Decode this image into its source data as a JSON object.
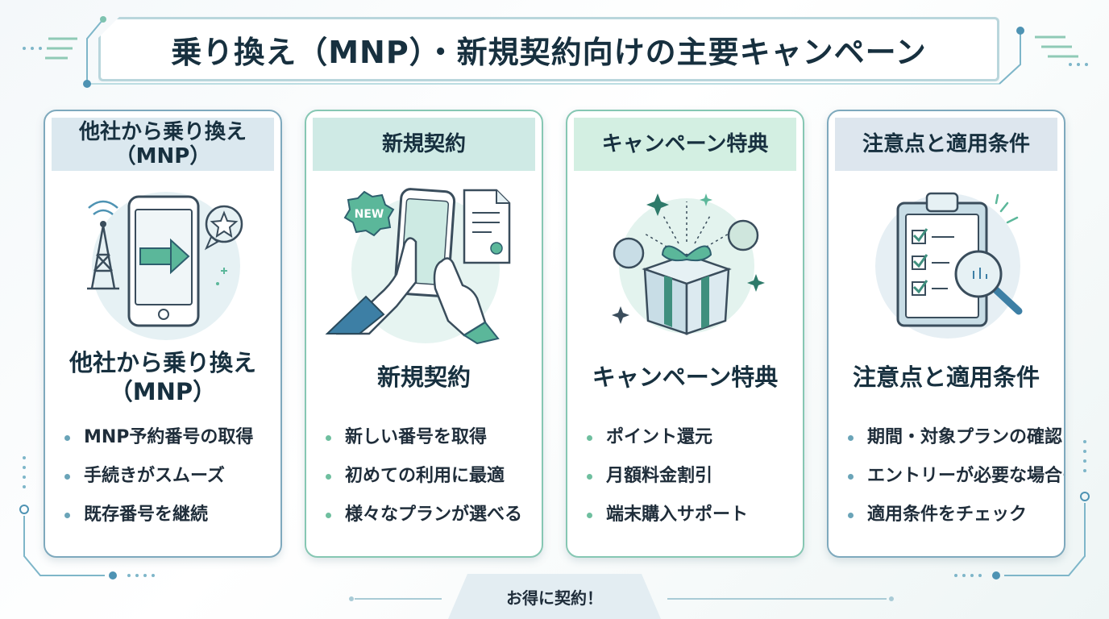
{
  "title": "乗り換え（MNP）・新規契約向けの主要キャンペーン",
  "cards": [
    {
      "header_line1": "他社から乗り換え",
      "header_line2": "（MNP）",
      "name_line1": "他社から乗り換え",
      "name_line2": "（MNP）",
      "bullets": [
        "MNP予約番号の取得",
        "手続きがスムーズ",
        "既存番号を継続"
      ]
    },
    {
      "header_line1": "新規契約",
      "name_line1": "新規契約",
      "badge": "NEW",
      "bullets": [
        "新しい番号を取得",
        "初めての利用に最適",
        "様々なプランが選べる"
      ]
    },
    {
      "header_line1": "キャンペーン特典",
      "name_line1": "キャンペーン特典",
      "bullets": [
        "ポイント還元",
        "月額料金割引",
        "端末購入サポート"
      ]
    },
    {
      "header_line1": "注意点と適用条件",
      "name_line1": "注意点と適用条件",
      "bullets": [
        "期間・対象プランの確認",
        "エントリーが必要な場合も",
        "適用条件をチェック"
      ]
    }
  ],
  "footer": "お得に契約！",
  "colors": {
    "card_border_blue": "#7ea9bd",
    "card_border_green": "#86c7b3",
    "accent_green": "#5bb79a",
    "accent_blue": "#3d7fa5"
  }
}
